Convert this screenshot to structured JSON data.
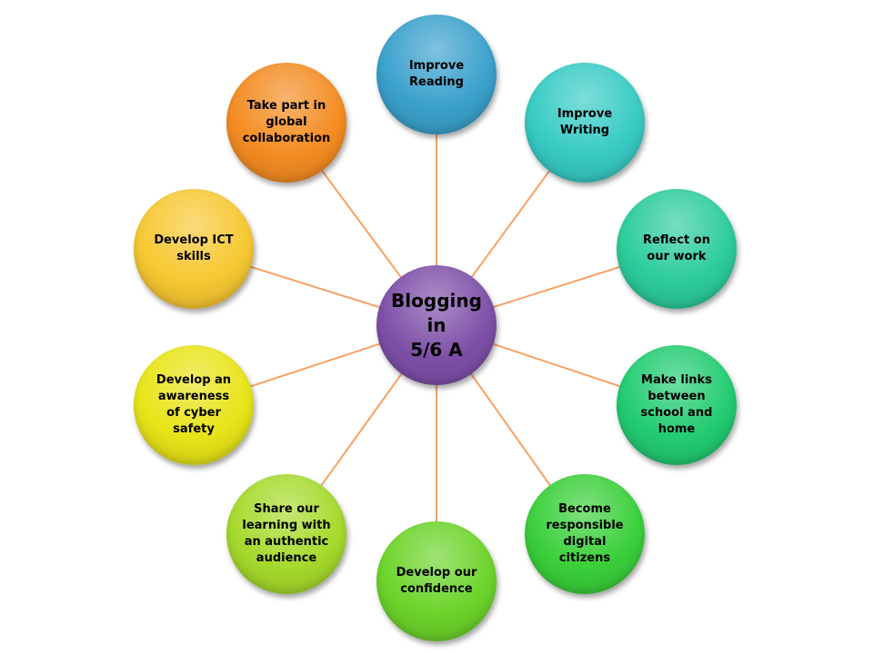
{
  "center": {
    "label": "Blogging\nin\n5/6 A",
    "color": "#7e4fa8"
  },
  "connector_color": "#f5a266",
  "nodes": [
    {
      "id": "improve-reading",
      "label": "Improve\nReading",
      "color": "#3aa1cc"
    },
    {
      "id": "improve-writing",
      "label": "Improve\nWriting",
      "color": "#37cbc4"
    },
    {
      "id": "reflect-on-work",
      "label": "Reflect on\nour work",
      "color": "#2ccc9c"
    },
    {
      "id": "make-links",
      "label": "Make links\nbetween\nschool and\nhome",
      "color": "#22cc72"
    },
    {
      "id": "responsible-citizens",
      "label": "Become\nresponsible\ndigital\ncitizens",
      "color": "#3ad03a"
    },
    {
      "id": "develop-confidence",
      "label": "Develop our\nconfidence",
      "color": "#6cd42a"
    },
    {
      "id": "share-learning",
      "label": "Share our\nlearning with\nan authentic\naudience",
      "color": "#a6da2c"
    },
    {
      "id": "cyber-safety",
      "label": "Develop an\nawareness\nof cyber\nsafety",
      "color": "#e8e418"
    },
    {
      "id": "ict-skills",
      "label": "Develop ICT\nskills",
      "color": "#f7c832"
    },
    {
      "id": "global-collaboration",
      "label": "Take part in\nglobal\ncollaboration",
      "color": "#f48c22"
    }
  ]
}
